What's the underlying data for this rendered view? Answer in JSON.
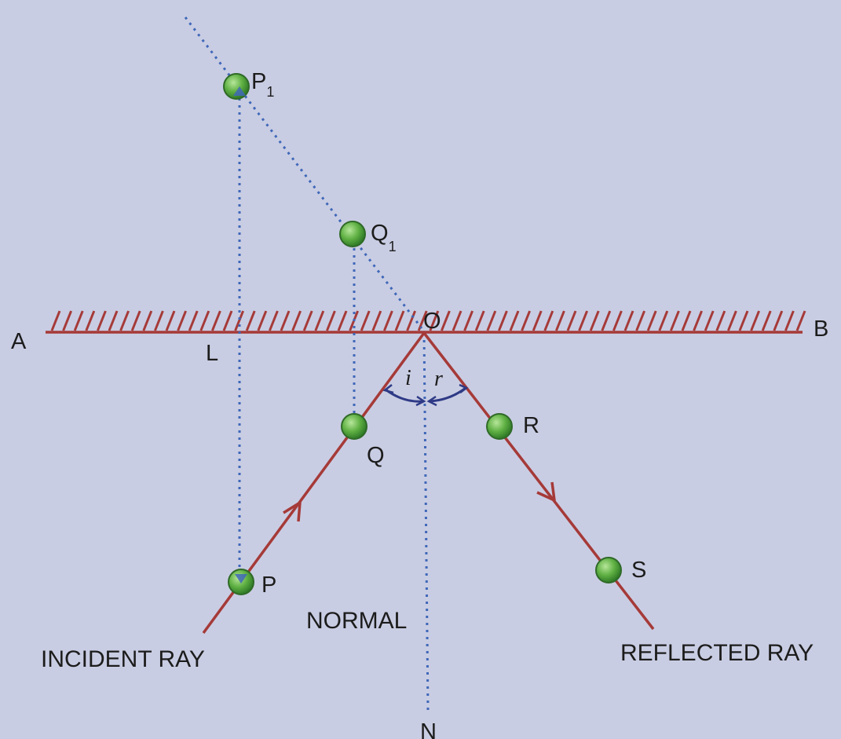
{
  "labels": {
    "A": "A",
    "B": "B",
    "O": "O",
    "L": "L",
    "N": "N",
    "P": "P",
    "Q": "Q",
    "R": "R",
    "S": "S",
    "P1_letter": "P",
    "P1_sub": "1",
    "Q1_letter": "Q",
    "Q1_sub": "1",
    "angle_i": "i",
    "angle_r": "r",
    "normal": "NORMAL",
    "incident_ray": "INCIDENT RAY",
    "reflected_ray": "REFLECTED RAY"
  },
  "colors": {
    "background": "#c9cde3",
    "mirror": "#a53a38",
    "ray": "#a53a38",
    "dotted": "#3f67b8",
    "angle_arc": "#2e3a86",
    "pin_fill": "#5fb043",
    "pin_stroke": "#2f6a28",
    "text": "#1c1c1c"
  }
}
